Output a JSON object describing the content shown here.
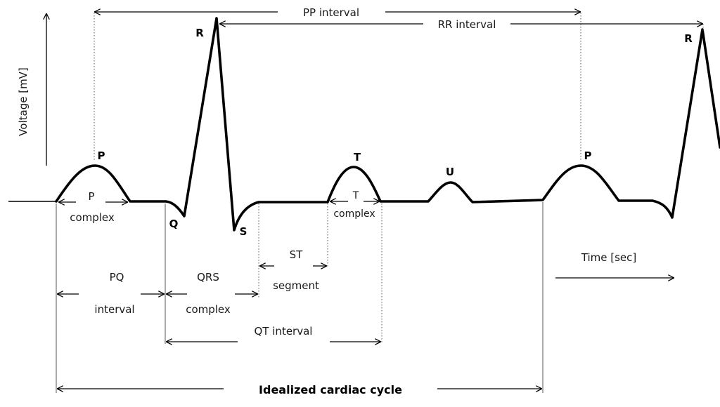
{
  "axes": {
    "voltage_label": "Voltage [mV]",
    "time_label": "Time [sec]"
  },
  "waves": {
    "p1": "P",
    "r1": "R",
    "q": "Q",
    "s": "S",
    "t": "T",
    "u": "U",
    "p2": "P",
    "r2": "R"
  },
  "intervals": {
    "pp": "PP interval",
    "rr": "RR interval",
    "p_complex_line1": "P",
    "p_complex_line2": "complex",
    "t_complex_line1": "T",
    "t_complex_line2": "complex",
    "pq_line1": "PQ",
    "pq_line2": "interval",
    "qrs_line1": "QRS",
    "qrs_line2": "complex",
    "st_line1": "ST",
    "st_line2": "segment",
    "qt": "QT interval",
    "cycle": "Idealized cardiac cycle"
  },
  "colors": {
    "trace": "#000000",
    "text": "#1a1a1a",
    "guide": "#555555"
  }
}
